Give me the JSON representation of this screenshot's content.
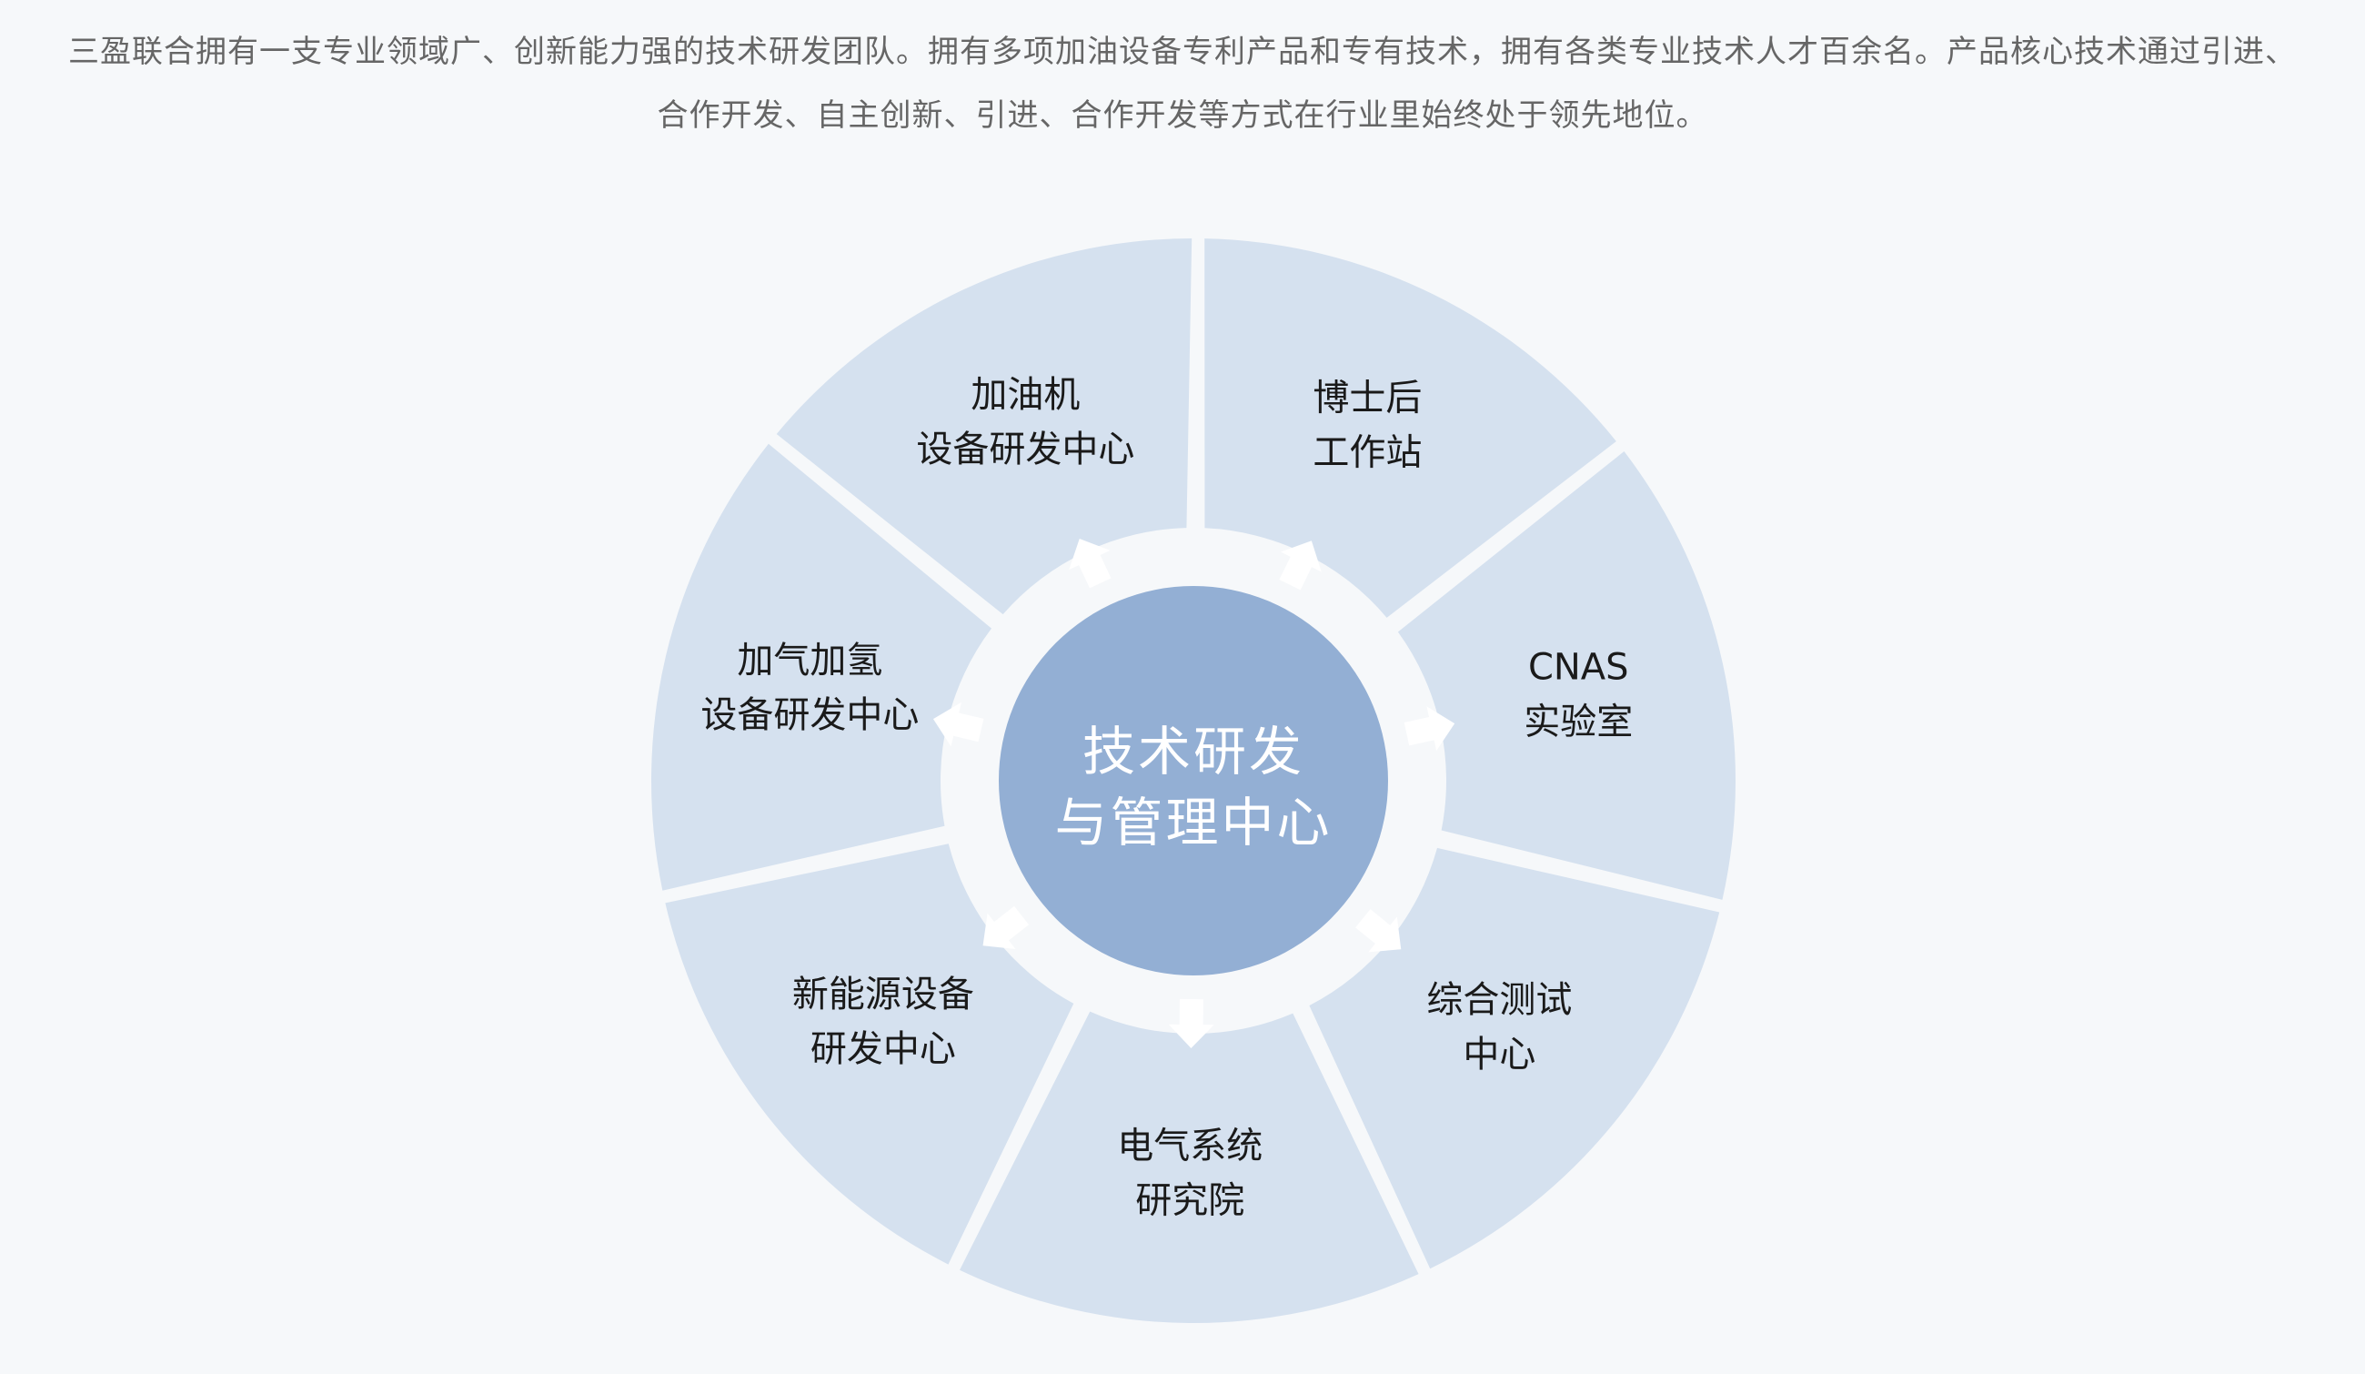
{
  "intro": {
    "line1": "三盈联合拥有一支专业领域广、创新能力强的技术研发团队。拥有多项加油设备专利产品和专有技术，拥有各类专业技术人才百余名。产品核心技术通过引进、",
    "line2": "合作开发、自主创新、引进、合作开发等方式在行业里始终处于领先地位。"
  },
  "colors": {
    "background": "#f6f8fa",
    "segment_fill": "#d5e1ef",
    "center_fill": "#93afd4",
    "arrow_fill": "#ffffff",
    "intro_text": "#666666",
    "label_text": "#1a1a1a"
  },
  "center": {
    "line1": "技术研发",
    "line2": "与管理中心"
  },
  "segments": [
    {
      "line1": "博士后",
      "line2": "工作站"
    },
    {
      "line1": "CNAS",
      "line2": "实验室"
    },
    {
      "line1": "综合测试",
      "line2": "中心"
    },
    {
      "line1": "电气系统",
      "line2": "研究院"
    },
    {
      "line1": "新能源设备",
      "line2": "研发中心"
    },
    {
      "line1": "加气加氢",
      "line2": "设备研发中心"
    },
    {
      "line1": "加油机",
      "line2": "设备研发中心"
    }
  ]
}
